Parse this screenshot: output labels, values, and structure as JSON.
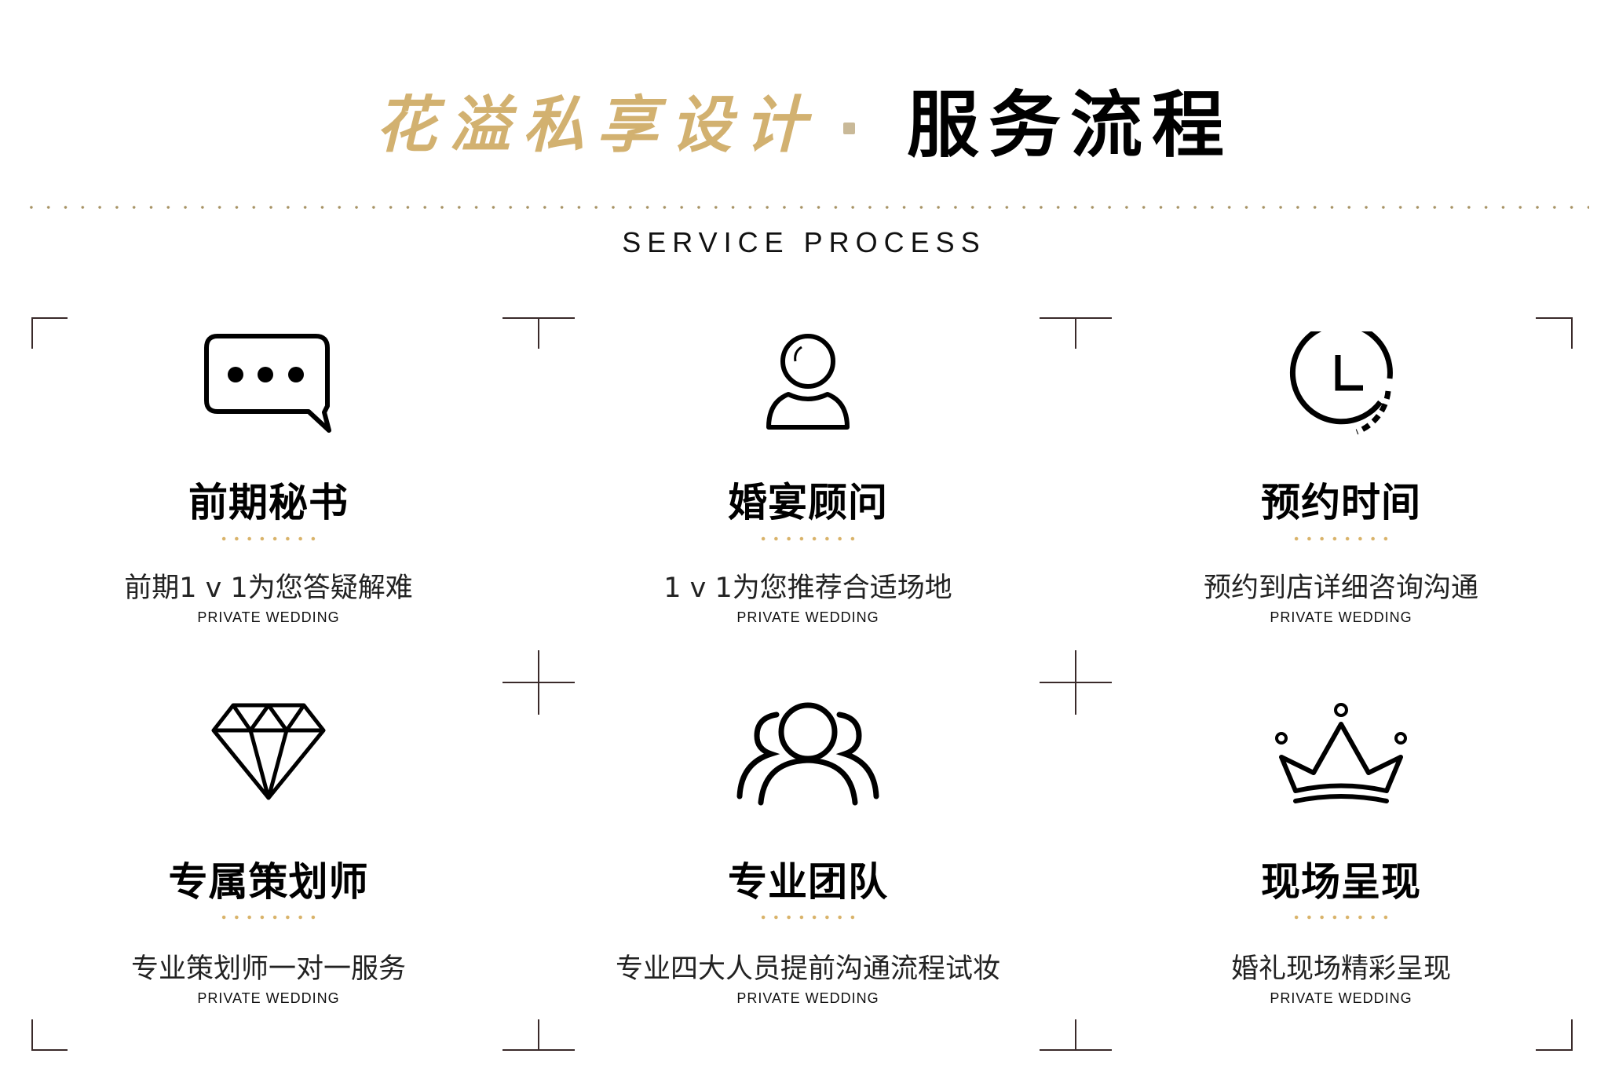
{
  "header": {
    "title_gold": "花溢私享设计",
    "title_black": "服务流程",
    "subtitle": "SERVICE PROCESS"
  },
  "colors": {
    "gold": "#d2b170",
    "dots": "#d9b36a",
    "text": "#111111"
  },
  "services": [
    {
      "icon": "chat-bubble-icon",
      "title": "前期秘书",
      "desc": "前期1 v 1为您答疑解难",
      "sub": "PRIVATE WEDDING"
    },
    {
      "icon": "person-icon",
      "title": "婚宴顾问",
      "desc": "1 v 1为您推荐合适场地",
      "sub": "PRIVATE WEDDING"
    },
    {
      "icon": "clock-icon",
      "title": "预约时间",
      "desc": "预约到店详细咨询沟通",
      "sub": "PRIVATE WEDDING"
    },
    {
      "icon": "diamond-icon",
      "title": "专属策划师",
      "desc": "专业策划师一对一服务",
      "sub": "PRIVATE WEDDING"
    },
    {
      "icon": "team-icon",
      "title": "专业团队",
      "desc": "专业四大人员提前沟通流程试妆",
      "sub": "PRIVATE WEDDING"
    },
    {
      "icon": "crown-icon",
      "title": "现场呈现",
      "desc": "婚礼现场精彩呈现",
      "sub": "PRIVATE WEDDING"
    }
  ]
}
